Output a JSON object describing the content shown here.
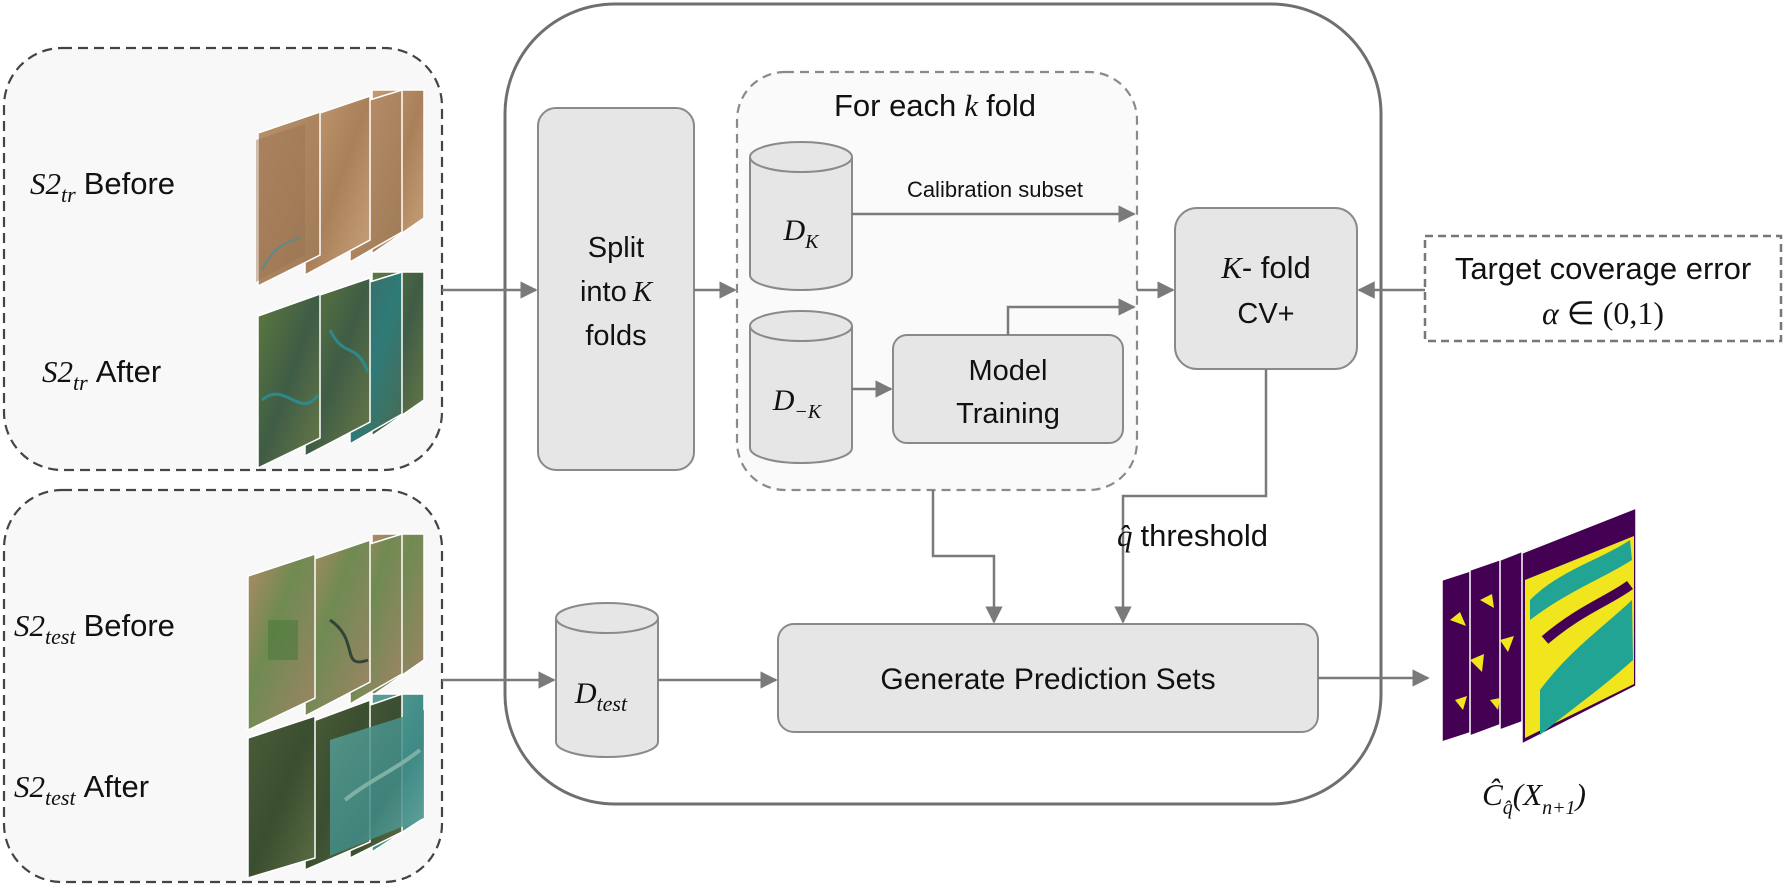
{
  "train_group": {
    "before": {
      "var": "S2",
      "sub": "tr",
      "label": "Before"
    },
    "after": {
      "var": "S2",
      "sub": "tr",
      "label": "After"
    }
  },
  "test_group": {
    "before": {
      "var": "S2",
      "sub": "test",
      "label": "Before"
    },
    "after": {
      "var": "S2",
      "sub": "test",
      "label": "After"
    }
  },
  "split_box": {
    "line1": "Split",
    "line2_pre": "into",
    "line2_var": "K",
    "line3": "folds"
  },
  "fold_group": {
    "title_pre": "For each",
    "title_var": "k",
    "title_post": "fold"
  },
  "dk_cylinder": {
    "var": "D",
    "sub": "K"
  },
  "dmk_cylinder": {
    "var": "D",
    "sub": "−K"
  },
  "calibration_label": "Calibration subset",
  "model_training": {
    "line1": "Model",
    "line2": "Training"
  },
  "kfold_box": {
    "var": "K",
    "line1_post": "- fold",
    "line2": "CV+"
  },
  "target_box": {
    "line1": "Target coverage error",
    "alpha": "α",
    "line2_post": "∈ (0,1)"
  },
  "threshold_label": {
    "var": "q̂",
    "text": "threshold"
  },
  "dtest_cylinder": {
    "var": "D",
    "sub": "test"
  },
  "generate_box": "Generate Prediction Sets",
  "output_label": {
    "var": "Ĉ",
    "sub": "q̂",
    "arg": "(X",
    "arg_sub": "n+1",
    "close": ")"
  },
  "colors": {
    "box_fill": "#e6e6e6",
    "box_stroke": "#8a8a8a",
    "arrow": "#7a7a7a",
    "viridis_dark": "#440154",
    "viridis_mid": "#21a494",
    "viridis_light": "#f1e51d",
    "sat_dry": "#b58a62",
    "sat_veg": "#4f6b3a",
    "sat_water": "#3c8a8a"
  }
}
